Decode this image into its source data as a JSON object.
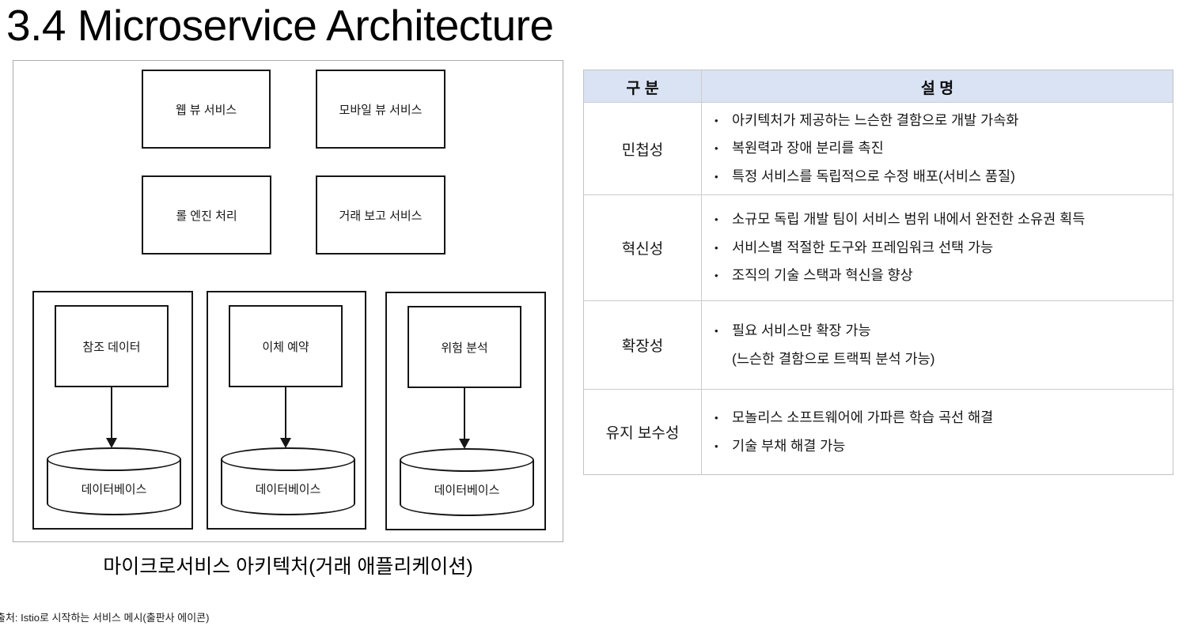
{
  "page": {
    "title": "3.4 Microservice Architecture",
    "source_note": "출처: Istio로 시작하는 서비스 메시(출판사 에이콘)"
  },
  "diagram": {
    "caption": "마이크로서비스 아키텍처(거래 애플리케이션)",
    "top_services": [
      "웹 뷰 서비스",
      "모바일 뷰 서비스",
      "롤 엔진 처리",
      "거래 보고 서비스"
    ],
    "groups": [
      {
        "service": "참조 데이터",
        "datastore": "데이터베이스"
      },
      {
        "service": "이체 예약",
        "datastore": "데이터베이스"
      },
      {
        "service": "위험 분석",
        "datastore": "데이터베이스"
      }
    ]
  },
  "table": {
    "bullet_char": "•",
    "headers": [
      "구 분",
      "설 명"
    ],
    "rows": [
      {
        "category": "민첩성",
        "bullets": [
          "아키텍처가 제공하는 느슨한 결함으로 개발 가속화",
          "복원력과 장애 분리를 촉진",
          "특정 서비스를 독립적으로 수정 배포(서비스 품질)"
        ]
      },
      {
        "category": "혁신성",
        "bullets": [
          "소규모 독립 개발 팀이 서비스 범위 내에서 완전한 소유권 획득",
          "서비스별 적절한 도구와 프레임워크 선택 가능",
          "조직의 기술 스택과 혁신을 향상"
        ]
      },
      {
        "category": "확장성",
        "bullets": [
          "필요 서비스만 확장 가능"
        ],
        "continuation": "(느슨한 결함으로 트랙픽 분석 가능)"
      },
      {
        "category": "유지 보수성",
        "bullets": [
          "모놀리스 소프트웨어에 가파른 학습 곡선 해결",
          "기술 부채 해결 가능"
        ]
      }
    ]
  },
  "colors": {
    "table_header_bg": "#dae3f3",
    "table_border": "#cccccc",
    "box_border": "#161616",
    "text": "#161616"
  }
}
